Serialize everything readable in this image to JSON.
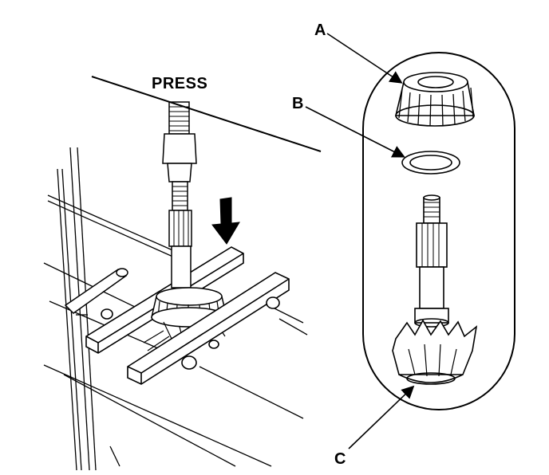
{
  "labels": {
    "press": "PRESS",
    "a": "A",
    "b": "B",
    "c": "C"
  },
  "colors": {
    "ink": "#000000",
    "paper": "#ffffff"
  }
}
